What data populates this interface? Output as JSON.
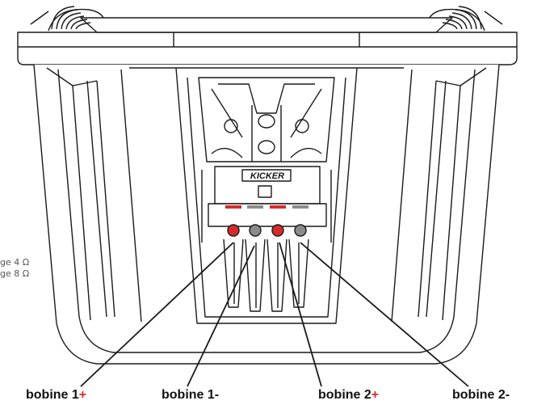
{
  "brand": "KICKER",
  "side_notes": [
    "ge 4 Ω",
    "ge 8 Ω"
  ],
  "labels": [
    {
      "text": "bobine 1",
      "sign": "+",
      "sign_color": "#d62b2b"
    },
    {
      "text": "bobine 1-",
      "sign": "",
      "sign_color": "#111111"
    },
    {
      "text": "bobine 2",
      "sign": "+",
      "sign_color": "#d62b2b"
    },
    {
      "text": "bobine 2-",
      "sign": "",
      "sign_color": "#111111"
    }
  ],
  "terminals": [
    {
      "polarity": "+",
      "color": "#d62b2b"
    },
    {
      "polarity": "-",
      "color": "#8c8c8c"
    },
    {
      "polarity": "+",
      "color": "#d62b2b"
    },
    {
      "polarity": "-",
      "color": "#8c8c8c"
    }
  ],
  "colors": {
    "line": "#1a1a1a",
    "positive": "#d62b2b",
    "negative": "#8c8c8c"
  }
}
